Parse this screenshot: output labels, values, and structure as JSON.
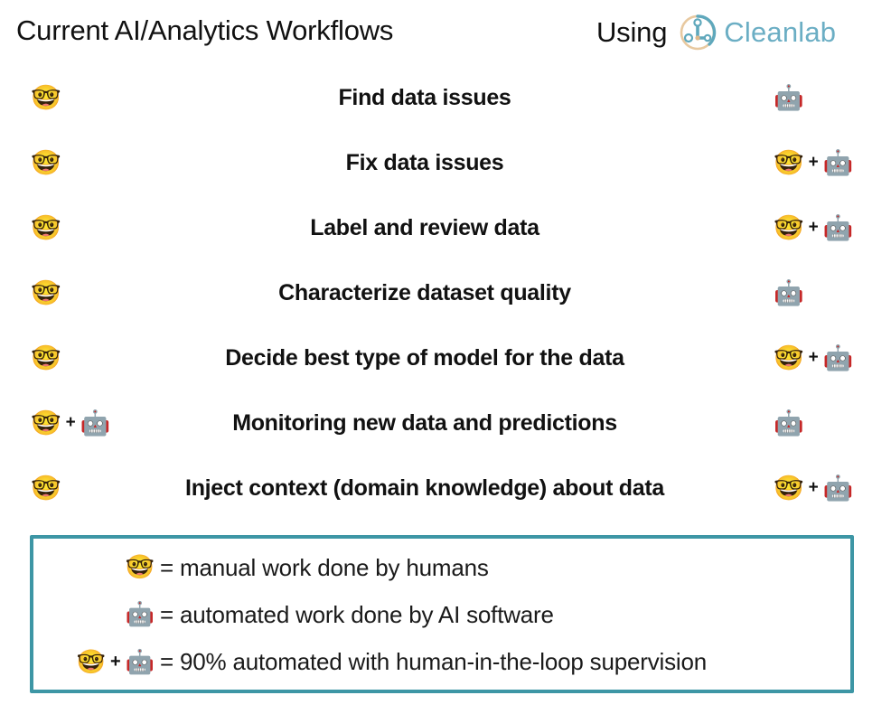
{
  "header": {
    "title": "Current AI/Analytics Workflows",
    "using_label": "Using",
    "brand_name": "Cleanlab",
    "brand_icon": "cleanlab-logo-icon",
    "brand_color": "#6BAEC4",
    "brand_mark_color": "#5FA8BC",
    "brand_mark_accent": "#E8C9A0"
  },
  "glyphs": {
    "human": "🤓",
    "robot": "🤖",
    "plus": "+"
  },
  "rows": [
    {
      "label": "Find data issues",
      "left": {
        "human": true,
        "plus": false,
        "robot": false
      },
      "right": {
        "human": false,
        "plus": false,
        "robot": true
      }
    },
    {
      "label": "Fix data issues",
      "left": {
        "human": true,
        "plus": false,
        "robot": false
      },
      "right": {
        "human": true,
        "plus": true,
        "robot": true
      }
    },
    {
      "label": "Label and review data",
      "left": {
        "human": true,
        "plus": false,
        "robot": false
      },
      "right": {
        "human": true,
        "plus": true,
        "robot": true
      }
    },
    {
      "label": "Characterize dataset quality",
      "left": {
        "human": true,
        "plus": false,
        "robot": false
      },
      "right": {
        "human": false,
        "plus": false,
        "robot": true
      }
    },
    {
      "label": "Decide best type of model for the data",
      "left": {
        "human": true,
        "plus": false,
        "robot": false
      },
      "right": {
        "human": true,
        "plus": true,
        "robot": true
      }
    },
    {
      "label": "Monitoring new data and predictions",
      "left": {
        "human": true,
        "plus": true,
        "robot": true
      },
      "right": {
        "human": false,
        "plus": false,
        "robot": true
      }
    },
    {
      "label": "Inject context (domain knowledge) about data",
      "left": {
        "human": true,
        "plus": false,
        "robot": false
      },
      "right": {
        "human": true,
        "plus": true,
        "robot": true
      }
    }
  ],
  "legend": {
    "border_color": "#3D96A5",
    "items": [
      {
        "key": {
          "human": true,
          "plus": false,
          "robot": false
        },
        "text": "= manual work done by humans"
      },
      {
        "key": {
          "human": false,
          "plus": false,
          "robot": true
        },
        "text": "= automated work done by AI software"
      },
      {
        "key": {
          "human": true,
          "plus": true,
          "robot": true
        },
        "text": "= 90% automated with human-in-the-loop supervision"
      }
    ]
  }
}
